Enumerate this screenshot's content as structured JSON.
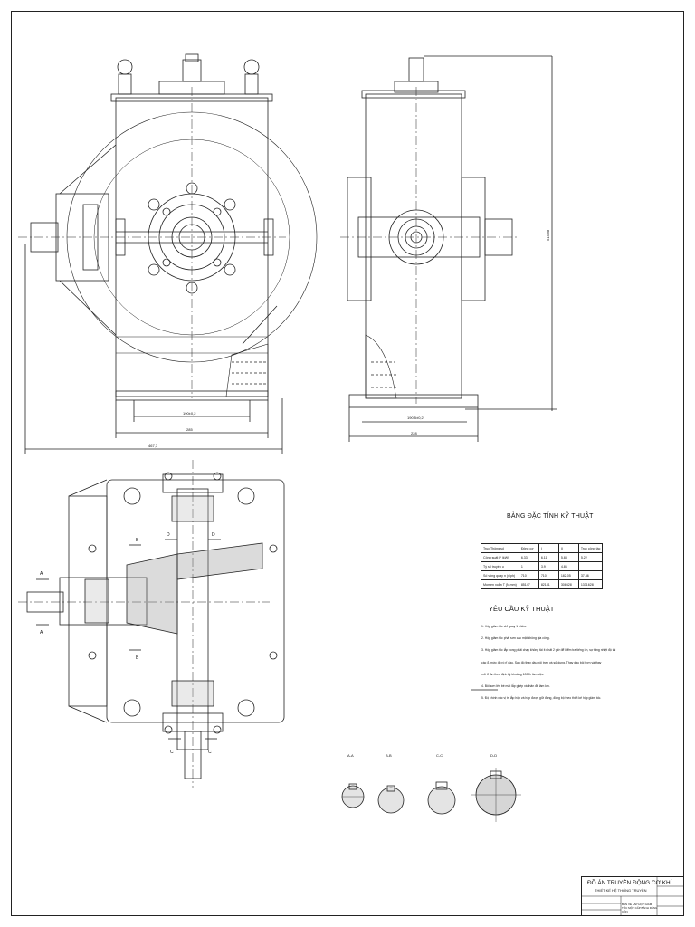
{
  "spec": {
    "title": "BẢNG ĐẶC TÍNH KỸ THUẬT",
    "header": [
      "Trục\nThông số",
      "Động cơ",
      "I",
      "II",
      "Trục công tác"
    ],
    "rows": [
      [
        "Công suất P (kW)",
        "6.33",
        "6.11",
        "5.88",
        "5.22"
      ],
      [
        "Tỷ số truyền u",
        "1",
        "3.9",
        "4.86",
        ""
      ],
      [
        "Số vòng quay n (v/ph)",
        "710",
        "710",
        "182.05",
        "37.46"
      ],
      [
        "Momen xoắn T (N.mm)",
        "85147",
        "82181",
        "308428",
        "1331628"
      ]
    ]
  },
  "requirements": {
    "title": "YÊU CẦU KỸ THUẬT",
    "items": [
      "1.   Hộp giảm tốc chỉ quay 1 chiều.",
      "2.   Hộp giảm tốc phải sơn các mặt không gia công.",
      "3.   Hộp giảm tốc lắp xong phải chạy không tải ít nhất 2 giờ để kiểm tra tiếng ồn, sự tăng nhiệt độ tại",
      "      các ổ, mức độ rò rỉ dầu. Sau đó thay dầu bôi trơn và sử dụng. Thay dầu bôi trơn và thay",
      "      mỡ ổ lăn theo định kỳ khoảng 1000h làm việc.",
      "4.   Bôi sơn lên bề mặt lắp ghép và thân để làm kín.",
      "5.   Độ chính xác vị trí lắp hộp và hộp được giữ đúng, đồng bộ theo thiết kế hộp giảm tốc."
    ]
  },
  "dimensions": {
    "front_inner": "190±0,2",
    "front_outer": "285",
    "front_overall": "467,7",
    "side_inner": "190,5±0,2",
    "side_outer": "228",
    "side_height": "514,98"
  },
  "section_marks": {
    "A": "A",
    "B": "B",
    "C": "C",
    "D": "D",
    "aa": "A-A",
    "bb": "B-B",
    "cc": "C-C",
    "dd": "D-D"
  },
  "title_block": {
    "main": "ĐỒ ÁN TRUYỀN ĐỘNG CƠ KHÍ",
    "sub": "THIẾT KẾ HỆ THỐNG TRUYỀN",
    "drawing": "BẢN VẼ LẮP HỘP GIẢM TỐC MỘT CẤP BÁNH RĂNG CÔN"
  }
}
